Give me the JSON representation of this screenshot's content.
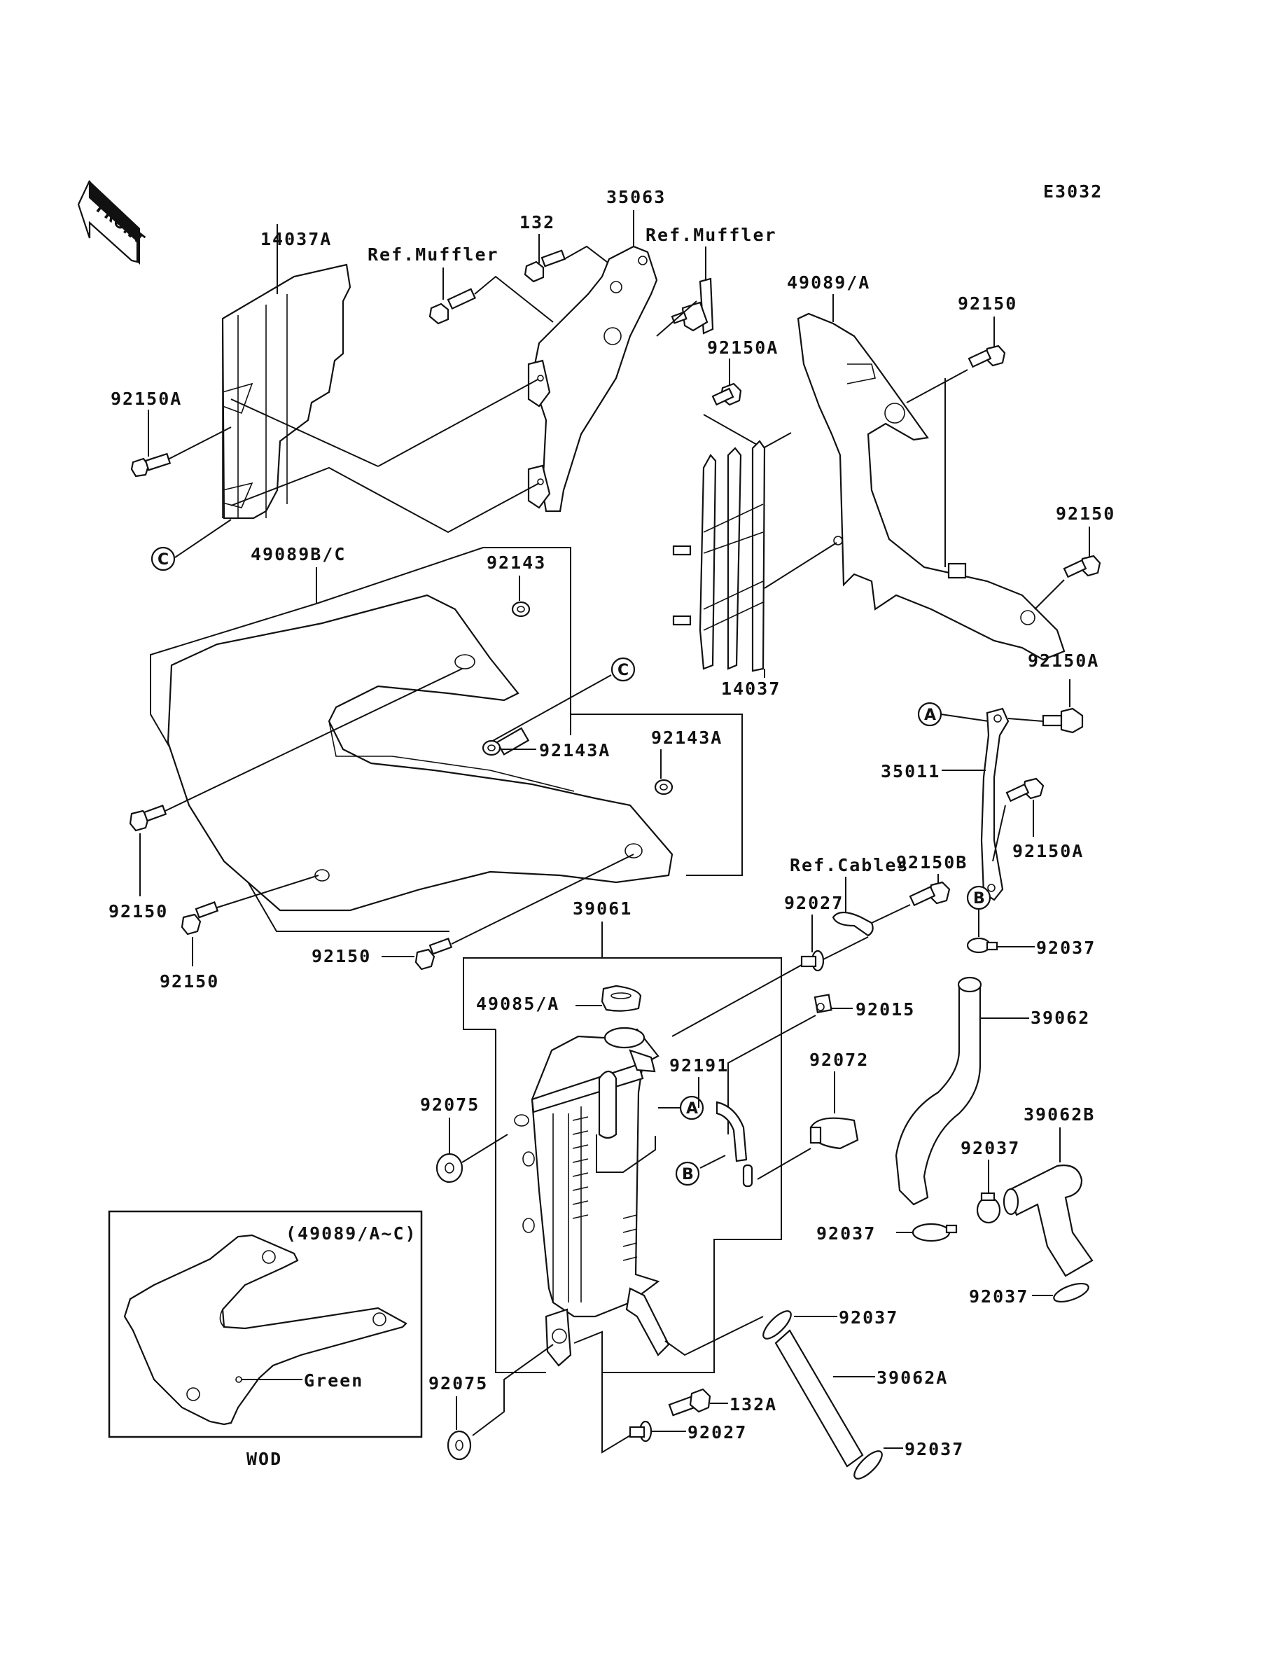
{
  "diagram": {
    "code": "E3032",
    "front_arrow_text": "FRONT",
    "labels": {
      "p14037A": "14037A",
      "ref_muffler_1": "Ref.Muffler",
      "p132": "132",
      "p35063": "35063",
      "ref_muffler_2": "Ref.Muffler",
      "p49089A": "49089/A",
      "p92150_top": "92150",
      "p92150A_mid": "92150A",
      "p92150A_left": "92150A",
      "p92150_right": "92150",
      "p14037": "14037",
      "p49089BC": "49089B/C",
      "p92143": "92143",
      "p92143A_1": "92143A",
      "p92143A_2": "92143A",
      "p92150A_right": "92150A",
      "p35011": "35011",
      "p92150A_r2": "92150A",
      "p92150_l1": "92150",
      "p92150_l2": "92150",
      "p92150_l3": "92150",
      "p92150B": "92150B",
      "ref_cables": "Ref.Cables",
      "p39061": "39061",
      "p92027_top": "92027",
      "p92037_top": "92037",
      "p49085A": "49085/A",
      "p92015": "92015",
      "p39062": "39062",
      "p92191": "92191",
      "p92072": "92072",
      "p92075_top": "92075",
      "p39062B": "39062B",
      "p92037_mid": "92037",
      "p92037_left": "92037",
      "p92037_right": "92037",
      "p92037_low": "92037",
      "p39062A": "39062A",
      "p132A": "132A",
      "p92075_bot": "92075",
      "p92027_bot": "92027",
      "p92037_bot": "92037"
    },
    "ref_markers": {
      "A": "A",
      "B": "B",
      "C": "C"
    },
    "inset": {
      "title": "(49089/A~C)",
      "color_note": "Green",
      "caption": "WOD"
    }
  }
}
